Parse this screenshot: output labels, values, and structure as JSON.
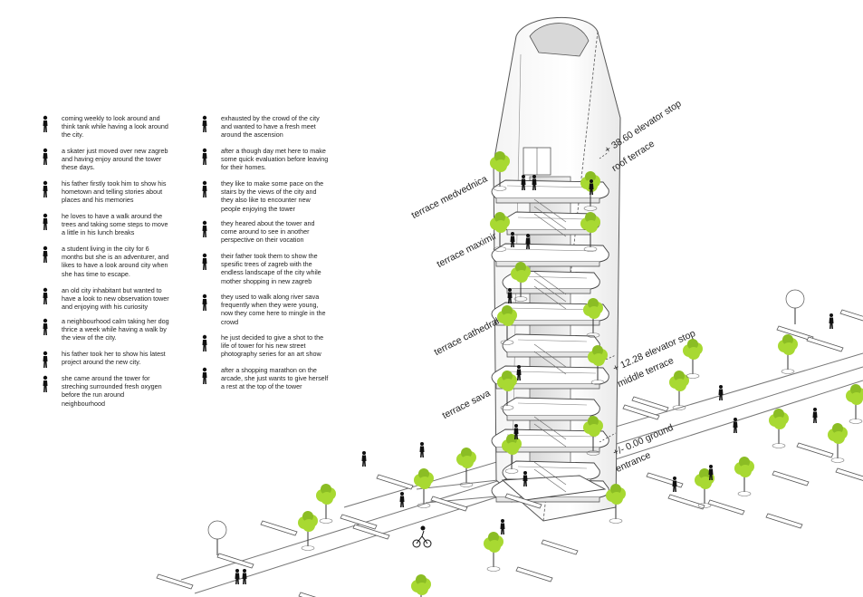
{
  "stories": [
    {
      "icon": "person-standing-icon",
      "text": "coming weekly to look around and\nthink tank while having a look around\nthe city."
    },
    {
      "icon": "skater-icon",
      "text": "a skater just moved over new zagreb\nand having enjoy around the tower\nthese days."
    },
    {
      "icon": "father-son-icon",
      "text": "his father firstly took him to show his\nhometown and telling stories about\nplaces and his memories"
    },
    {
      "icon": "walking-man-icon",
      "text": "he loves to have a walk around the\ntrees and taking some steps to move\na little in his lunch breaks"
    },
    {
      "icon": "student-icon",
      "text": "a student living in the city for 6\nmonths but she is an adventurer, and\nlikes to have a look around city when\nshe has time to escape."
    },
    {
      "icon": "old-man-icon",
      "text": "an old city inhabitant but wanted to\nhave a look to new observation tower\nand enjoying with his curiosity"
    },
    {
      "icon": "dog-walker-icon",
      "text": "a neighbourhood calm taking her dog\nthrice a week while having a walk by\nthe view of the city."
    },
    {
      "icon": "father-child-icon",
      "text": "his father took her to show his latest\nproject around the new city."
    },
    {
      "icon": "woman-icon",
      "text": "she came around the tower for\nstreching surrounded fresh oxygen\nbefore the run around\nneighbourhood"
    },
    {
      "icon": "couple-icon",
      "text": "exhausted by the crowd of the city\nand  wanted to have a fresh meet\naround the ascension"
    },
    {
      "icon": "friends-icon",
      "text": "after a though day met here to make\nsome quick evaluation before leaving\nfor their homes."
    },
    {
      "icon": "group-icon",
      "text": "they like to make some pace on the\nstairs by the views of the city and\nthey also like to encounter new\npeople enjoying the tower"
    },
    {
      "icon": "tourists-icon",
      "text": "they heared about the tower and\ncome around to see in another\nperspective on their vocation"
    },
    {
      "icon": "family-icon",
      "text": "their father took them to show the\nspesific trees of zagreb with the\nendless landscape of the city while\nmother shopping in new zagreb"
    },
    {
      "icon": "elderly-couple-icon",
      "text": "they used to walk along river sava\nfrequently when they were young,\nnow they come here to mingle in the\ncrowd"
    },
    {
      "icon": "photographer-icon",
      "text": "he just decided to give a shot to the\nlife of tower for his new street\nphotography series for an art show"
    },
    {
      "icon": "shopper-icon",
      "text": "after a shopping marathon on the\narcade, she just wants to give herself\na rest at the top of the tower"
    }
  ],
  "terraces": [
    "terrace medvednica",
    "terrace maximir",
    "terrace cathedral",
    "terrace sava"
  ],
  "levels": [
    {
      "value": "+ 38.60 elevator stop",
      "name": "roof terrace"
    },
    {
      "value": "+ 12.28 elevator stop",
      "name": "middle terrace"
    },
    {
      "value": "+/- 0.00 ground",
      "name": "entrance"
    }
  ],
  "colors": {
    "tree": "#a8d932",
    "tree_dark": "#8bbd24",
    "line": "#3a3a3a"
  }
}
